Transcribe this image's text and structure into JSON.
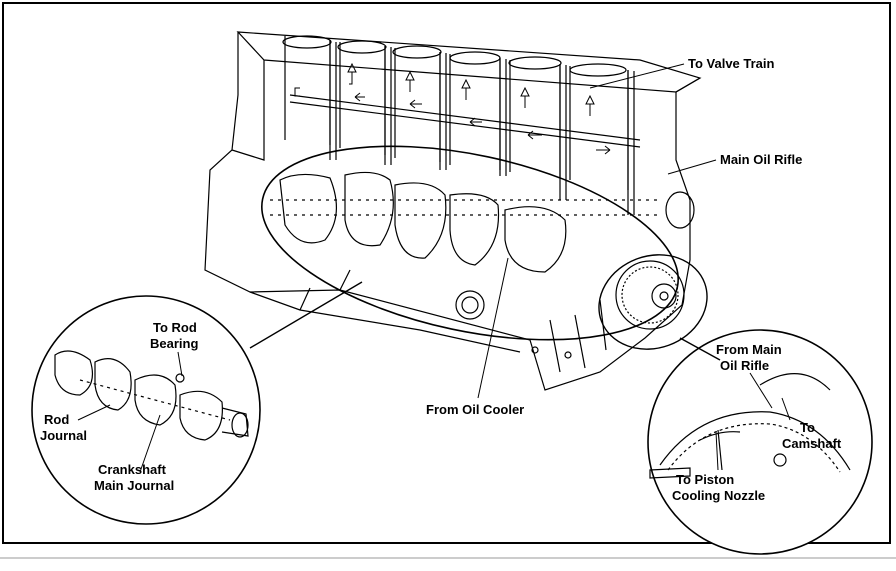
{
  "labels": {
    "valve_train": "To Valve Train",
    "main_oil_rifle": "Main Oil Rifle",
    "oil_cooler": "From Oil Cooler",
    "rod_bearing_1": "To Rod",
    "rod_bearing_2": "Bearing",
    "rod_journal_1": "Rod",
    "rod_journal_2": "Journal",
    "crank_main_1": "Crankshaft",
    "crank_main_2": "Main Journal",
    "from_main_rifle_1": "From Main",
    "from_main_rifle_2": "Oil Rifle",
    "camshaft_1": "To",
    "camshaft_2": "Camshaft",
    "piston_nozzle_1": "To Piston",
    "piston_nozzle_2": "Cooling Nozzle"
  },
  "colors": {
    "ink": "#000000",
    "paper": "#ffffff"
  }
}
